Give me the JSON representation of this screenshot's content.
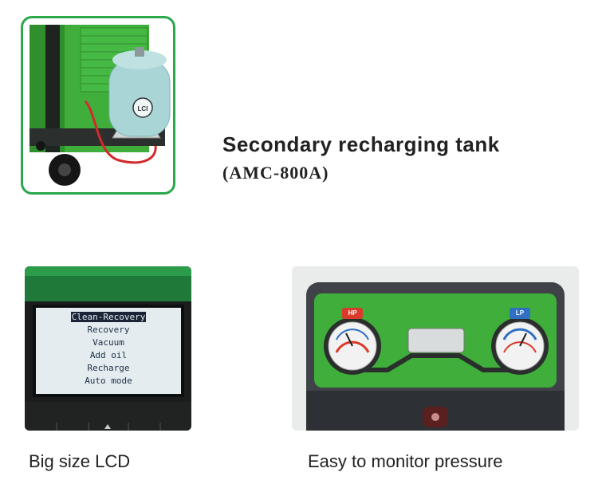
{
  "tank_section": {
    "title": "Secondary recharging tank",
    "model": "(AMC-800A)",
    "tank_label": "LCI"
  },
  "lcd_section": {
    "caption": "Big size LCD",
    "menu_items": [
      "Clean-Recovery",
      "Recovery",
      "Vacuum",
      "Add oil",
      "Recharge",
      "Auto mode"
    ],
    "selected_index": 0
  },
  "pressure_section": {
    "caption": "Easy to monitor pressure",
    "high_label": "HP",
    "low_label": "LP"
  },
  "colors": {
    "accent_green": "#2aa84a",
    "panel_green": "#3fae3a",
    "hp_red": "#d93a2b",
    "lp_blue": "#2f6fc4"
  }
}
